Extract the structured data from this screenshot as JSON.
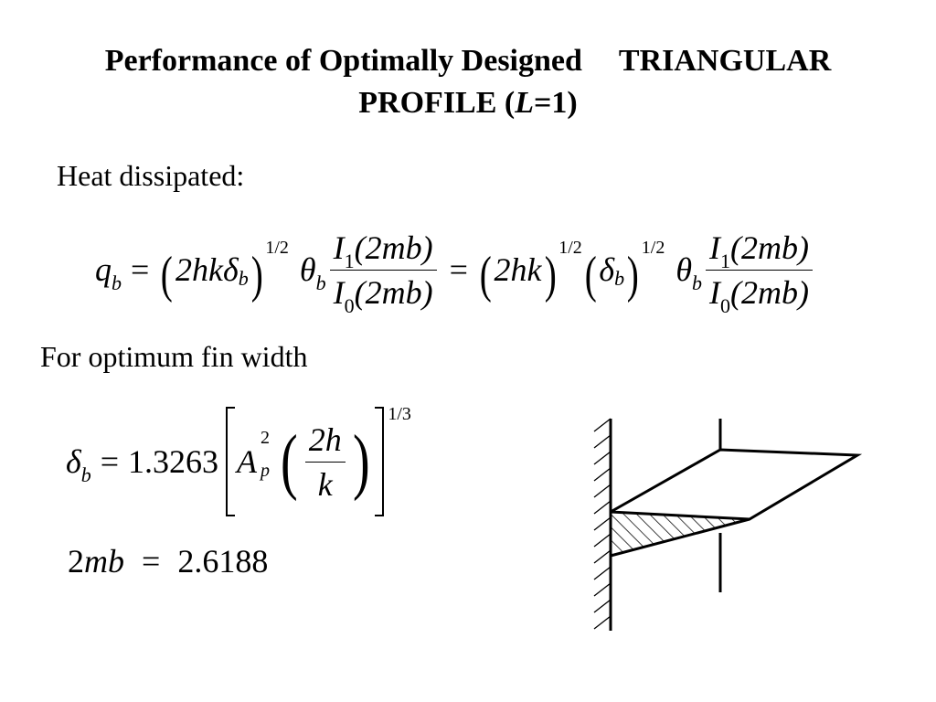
{
  "title": {
    "part1": "Performance of Optimally Designed",
    "part2": "TRIANGULAR",
    "part3_prefix": "PROFILE  (",
    "part3_var": "L",
    "part3_suffix": "=1)"
  },
  "labels": {
    "heat_dissipated": "Heat dissipated:",
    "optimum_width": "For optimum fin width"
  },
  "eq1": {
    "q": "q",
    "sub_b": "b",
    "eq": "=",
    "two_hk_delta": "2hkδ",
    "half": "1/2",
    "theta": "θ",
    "I1": "I",
    "one": "1",
    "I0": "I",
    "zero": "0",
    "arg": "(2mb)",
    "two_hk": "2hk",
    "delta": "δ"
  },
  "eq2": {
    "delta": "δ",
    "sub_b": "b",
    "eq": "=",
    "coef": "1.3263",
    "A": "A",
    "sup2": "2",
    "sub_p": "p",
    "num": "2h",
    "den": "k",
    "third": "1/3"
  },
  "eq3": {
    "lhs_num": "2",
    "lhs_var": "mb",
    "eq": "=",
    "rhs": "2.6188"
  }
}
